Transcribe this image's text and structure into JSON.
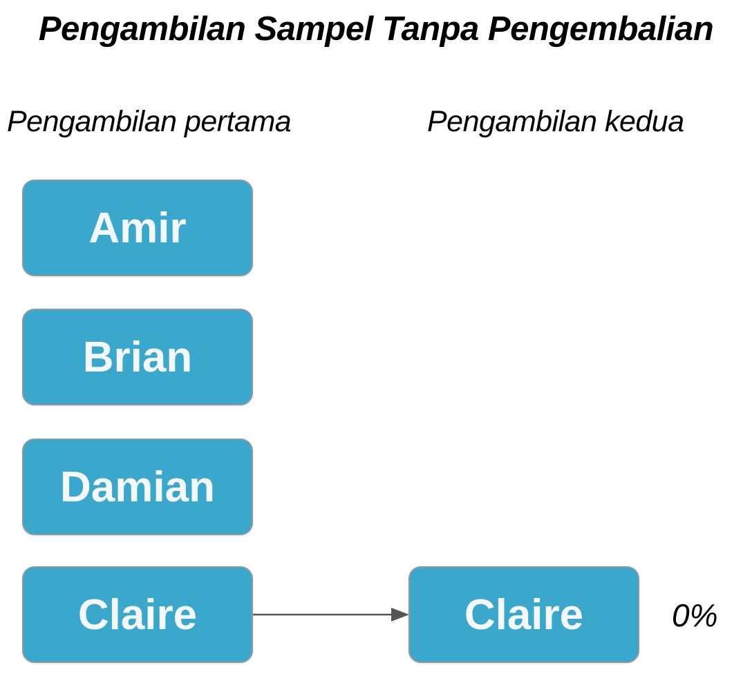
{
  "title": "Pengambilan Sampel Tanpa Pengembalian",
  "columns": {
    "first": "Pengambilan pertama",
    "second": "Pengambilan kedua"
  },
  "first_draw": [
    "Amir",
    "Brian",
    "Damian",
    "Claire"
  ],
  "second_draw": [
    "Claire"
  ],
  "probability_label": "0%",
  "colors": {
    "box_fill": "#3aa8cc",
    "box_border": "#8c9aa0",
    "box_text": "#f4f8fa",
    "arrow": "#555555"
  }
}
